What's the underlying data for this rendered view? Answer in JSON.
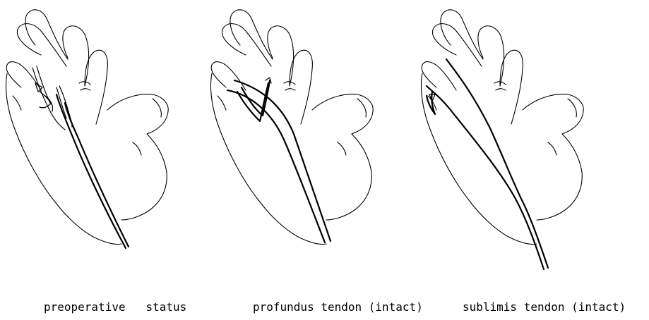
{
  "panels": [
    {
      "caption": "preoperative   status"
    },
    {
      "caption": "profundus tendon (intact)"
    },
    {
      "caption": "sublimis tendon (intact)"
    }
  ],
  "colors": {
    "ink": "#000000",
    "background": "#ffffff"
  },
  "icons": [
    "hand-illustration-icon",
    "tendon-icon"
  ]
}
